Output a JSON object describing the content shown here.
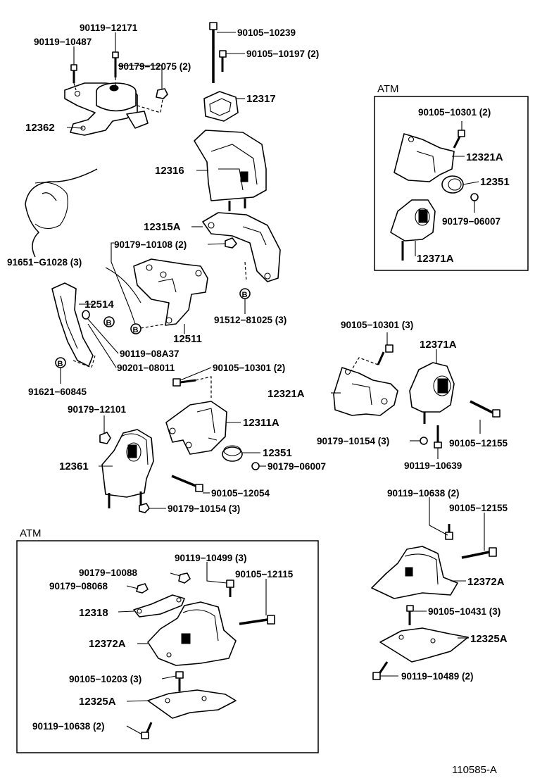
{
  "diagram_id": "110585-A",
  "sections": {
    "atm_top_right": "ATM",
    "atm_bottom_left": "ATM"
  },
  "markers": {
    "b": "B"
  },
  "labels": [
    {
      "id": "l1",
      "text": "90119−12171"
    },
    {
      "id": "l2",
      "text": "90119−10487"
    },
    {
      "id": "l3",
      "text": "90179−12075 (2)"
    },
    {
      "id": "l4",
      "text": "12362"
    },
    {
      "id": "l5",
      "text": "90105−10239"
    },
    {
      "id": "l6",
      "text": "90105−10197 (2)"
    },
    {
      "id": "l7",
      "text": "12317"
    },
    {
      "id": "l8",
      "text": "12316"
    },
    {
      "id": "l9",
      "text": "12315A"
    },
    {
      "id": "l10",
      "text": "90179−10108 (2)"
    },
    {
      "id": "l11",
      "text": "91651−G1028 (3)"
    },
    {
      "id": "l12",
      "text": "12514"
    },
    {
      "id": "l13",
      "text": "12511"
    },
    {
      "id": "l14",
      "text": "91512−81025 (3)"
    },
    {
      "id": "l15",
      "text": "90119−08A37"
    },
    {
      "id": "l16",
      "text": "90201−08011"
    },
    {
      "id": "l17",
      "text": "91621−60845"
    },
    {
      "id": "l18",
      "text": "90105−10301 (2)"
    },
    {
      "id": "l19",
      "text": "90179−12101"
    },
    {
      "id": "l20",
      "text": "12311A"
    },
    {
      "id": "l21",
      "text": "12351"
    },
    {
      "id": "l22",
      "text": "90179−06007"
    },
    {
      "id": "l23",
      "text": "12361"
    },
    {
      "id": "l24",
      "text": "90105−12054"
    },
    {
      "id": "l25",
      "text": "90179−10154 (3)"
    },
    {
      "id": "l26",
      "text": "90105−10301 (2)"
    },
    {
      "id": "l27",
      "text": "12321A"
    },
    {
      "id": "l28",
      "text": "12351"
    },
    {
      "id": "l29",
      "text": "90179−06007"
    },
    {
      "id": "l30",
      "text": "12371A"
    },
    {
      "id": "l31",
      "text": "90105−10301 (3)"
    },
    {
      "id": "l32",
      "text": "12371A"
    },
    {
      "id": "l33",
      "text": "12321A"
    },
    {
      "id": "l34",
      "text": "90179−10154 (3)"
    },
    {
      "id": "l35",
      "text": "90105−12155"
    },
    {
      "id": "l36",
      "text": "90119−10639"
    },
    {
      "id": "l37",
      "text": "90119−10638 (2)"
    },
    {
      "id": "l38",
      "text": "90105−12155"
    },
    {
      "id": "l39",
      "text": "12372A"
    },
    {
      "id": "l40",
      "text": "90105−10431 (3)"
    },
    {
      "id": "l41",
      "text": "12325A"
    },
    {
      "id": "l42",
      "text": "90119−10489 (2)"
    },
    {
      "id": "l43",
      "text": "90119−10499 (3)"
    },
    {
      "id": "l44",
      "text": "90179−10088"
    },
    {
      "id": "l45",
      "text": "90105−12115"
    },
    {
      "id": "l46",
      "text": "90179−08068"
    },
    {
      "id": "l47",
      "text": "12318"
    },
    {
      "id": "l48",
      "text": "12372A"
    },
    {
      "id": "l49",
      "text": "90105−10203 (3)"
    },
    {
      "id": "l50",
      "text": "12325A"
    },
    {
      "id": "l51",
      "text": "90119−10638 (2)"
    }
  ]
}
